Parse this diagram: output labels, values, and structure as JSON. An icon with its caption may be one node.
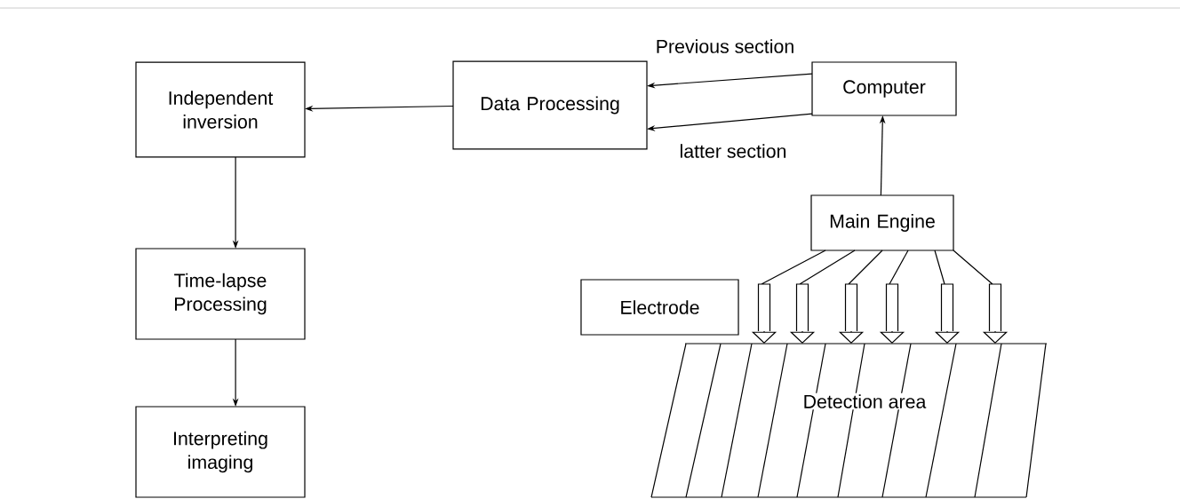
{
  "diagram": {
    "nodes": [
      {
        "text": [
          "Independent inversion"
        ]
      },
      {
        "text": [
          "Data Processing"
        ]
      },
      {
        "text": [
          "Computer"
        ]
      },
      {
        "text": [
          "Time-lapse Processing"
        ]
      },
      {
        "text": [
          "Interpreting imaging"
        ]
      },
      {
        "text": [
          "Main Engine"
        ]
      },
      {
        "text": [
          "Electrode"
        ]
      },
      {
        "text": [
          "Detection area"
        ]
      }
    ],
    "edges": [
      {
        "from": 1,
        "to": 0,
        "arrow": "to"
      },
      {
        "from": 2,
        "to": 1,
        "arrow": "to",
        "label": "Previous section"
      },
      {
        "from": 2,
        "to": 1,
        "arrow": "to",
        "label": "latter section"
      },
      {
        "from": 5,
        "to": 2,
        "arrow": "to"
      },
      {
        "from": 0,
        "to": 3,
        "arrow": "to"
      },
      {
        "from": 3,
        "to": 4,
        "arrow": "to"
      },
      {
        "from": 5,
        "to": 7,
        "arrow": "to"
      },
      {
        "from": 5,
        "to": 7,
        "arrow": "to"
      },
      {
        "from": 5,
        "to": 7,
        "arrow": "to"
      },
      {
        "from": 5,
        "to": 7,
        "arrow": "to"
      },
      {
        "from": 5,
        "to": 7,
        "arrow": "to"
      },
      {
        "from": 5,
        "to": 7,
        "arrow": "to"
      }
    ]
  }
}
